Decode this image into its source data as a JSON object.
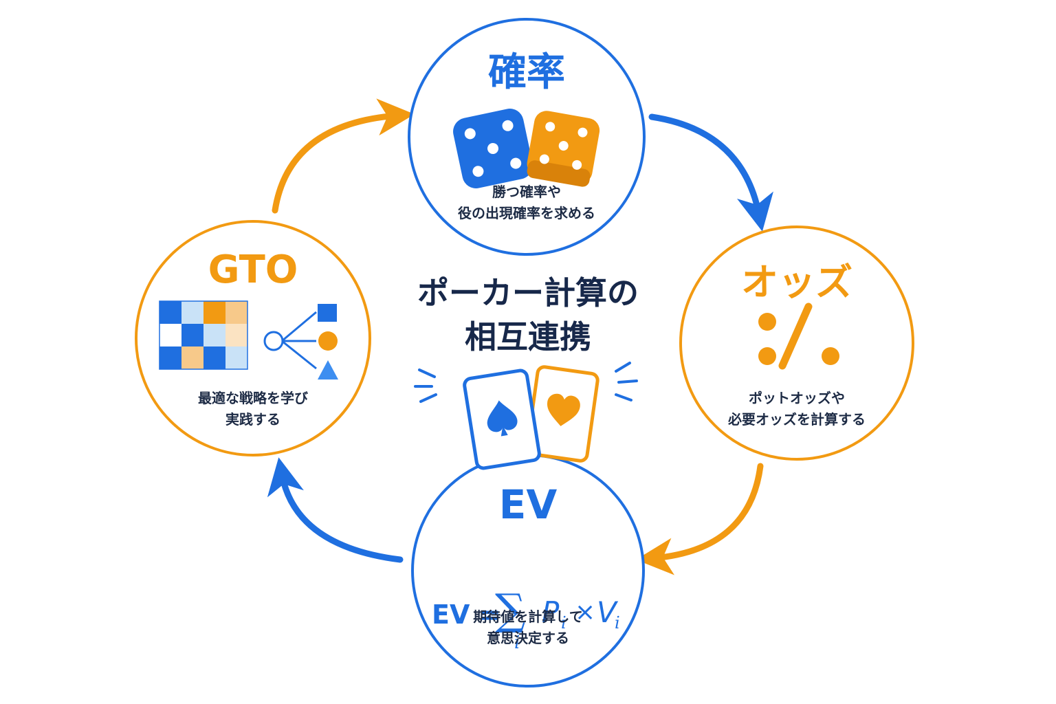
{
  "title_line1": "ポーカー計算の",
  "title_line2": "相互連携",
  "nodes": {
    "probability": {
      "title": "確率",
      "desc_line1": "勝つ確率や",
      "desc_line2": "役の出現確率を求める"
    },
    "odds": {
      "title": "オッズ",
      "desc_line1": "ポットオッズや",
      "desc_line2": "必要オッズを計算する"
    },
    "ev": {
      "title": "EV",
      "desc_line1": "期待値を計算して",
      "desc_line2": "意思決定する",
      "formula": {
        "lhs": "EV =",
        "sigma": "∑",
        "index": "i",
        "p": "P",
        "p_sub": "i",
        "times": "×",
        "v": "V",
        "v_sub": "i"
      }
    },
    "gto": {
      "title": "GTO",
      "desc_line1": "最適な戦略を学び",
      "desc_line2": "実践する"
    }
  },
  "icons": {
    "probability": "dice-icon",
    "odds": "ratio-percent-icon",
    "gto": "strategy-grid-tree-icon",
    "center": "playing-cards-icon"
  },
  "colors": {
    "blue": "#1f6fe0",
    "orange": "#f29a12",
    "navy": "#17284a"
  }
}
